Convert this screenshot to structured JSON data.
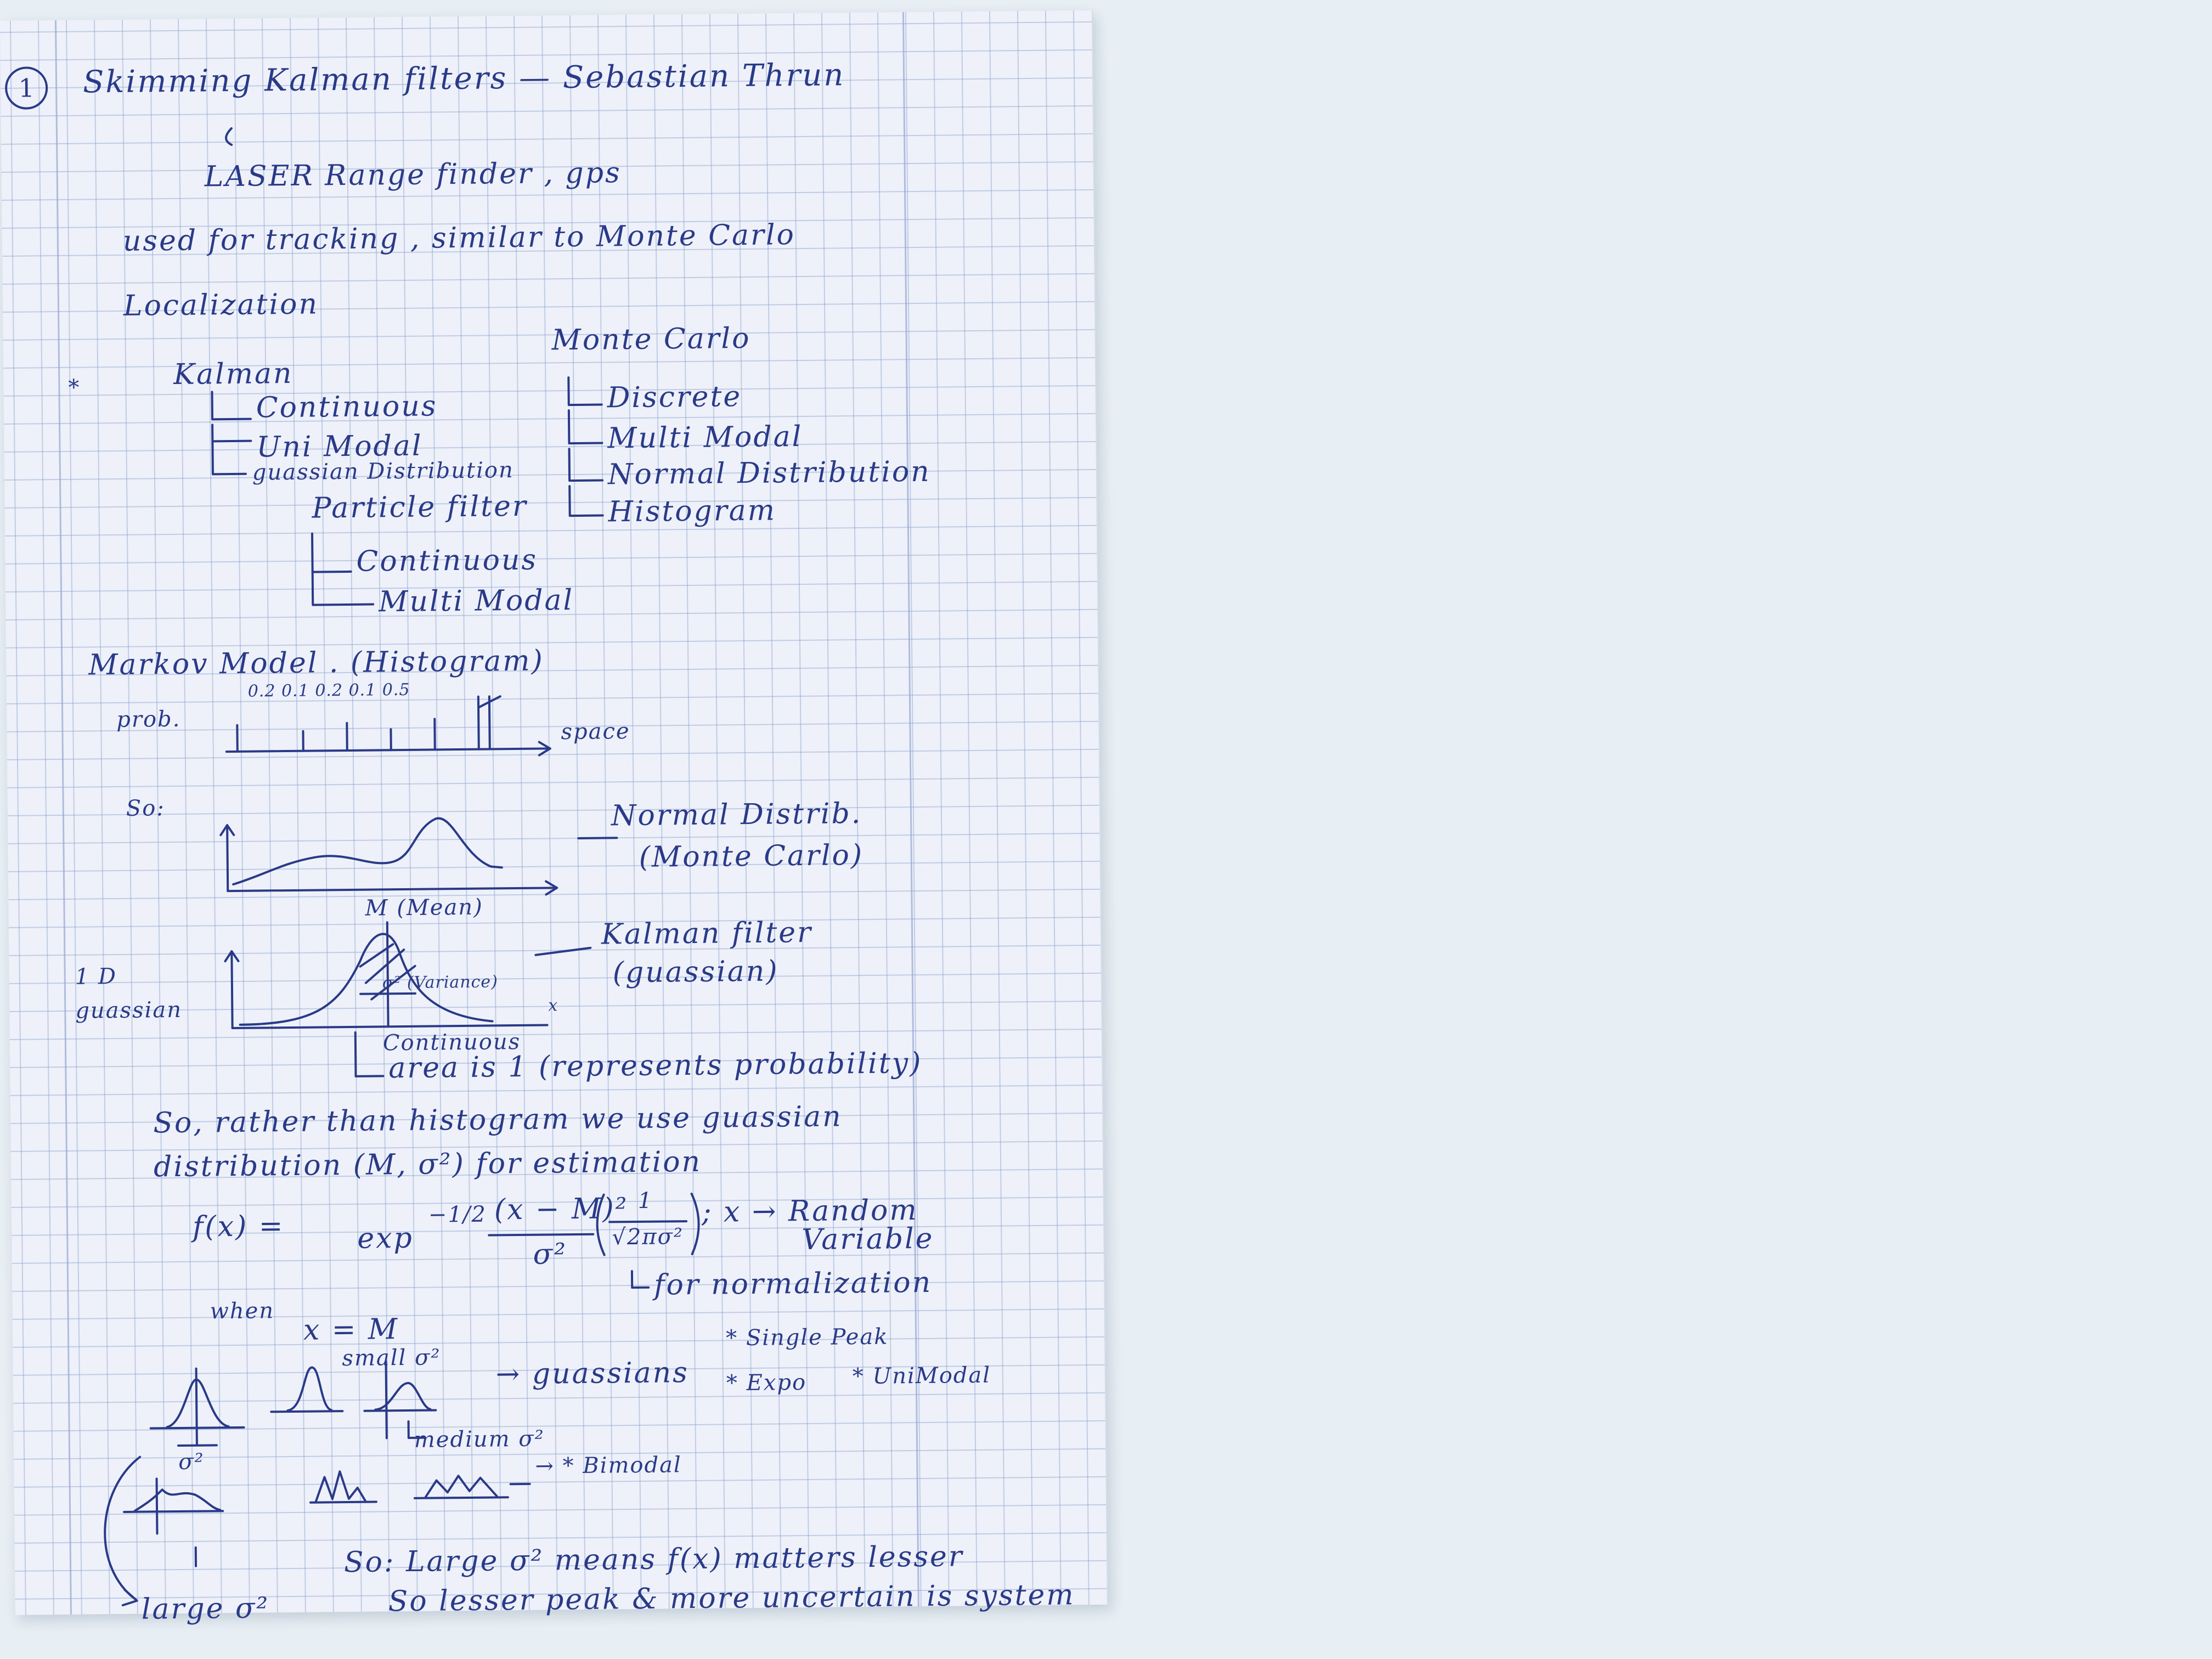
{
  "notes": {
    "page_number": "1",
    "title": "Skimming Kalman filters — Sebastian Thrun",
    "sensors": "LASER Range finder , gps",
    "usage": "used for tracking , similar to Monte Carlo",
    "usage_2": "Localization",
    "comparison": {
      "kalman_heading": "Kalman",
      "kalman_items": [
        "Continuous",
        "Uni Modal",
        "guassian Distribution"
      ],
      "particle_heading": "Particle filter",
      "particle_items": [
        "Continuous",
        "Multi Modal"
      ],
      "monte_carlo_heading": "Monte Carlo",
      "monte_carlo_items": [
        "Discrete",
        "Multi Modal",
        "Normal Distribution",
        "Histogram"
      ]
    },
    "markov": {
      "heading": "Markov Model . (Histogram)",
      "prob_label": "prob.",
      "bar_values": "0.2   0.1  0.2  0.1   0.5",
      "space_label": "space"
    },
    "normal_sketch": {
      "so": "So:",
      "label": "Normal Distrib.",
      "sublabel": "(Monte Carlo)"
    },
    "gaussian_sketch": {
      "label_1d": "1 D",
      "label_gaussian": "guassian",
      "mean_label": "M (Mean)",
      "variance_label": "σ² (Variance)",
      "x_axis": "x",
      "kalman_label": "Kalman filter",
      "kalman_sublabel": "(guassian)",
      "continuous": "Continuous",
      "area": "area is 1 (represents probability)"
    },
    "rather_line_1": "So, rather than histogram we use guassian",
    "rather_line_2": "distribution (M, σ²) for estimation",
    "formula": {
      "lhs": "f(x) =",
      "exp": "exp",
      "half": "−1/2",
      "numerator": "(x − M)²",
      "denominator": "σ²",
      "norm_num": "1",
      "norm_den": "√2πσ²",
      "var": "; x → Random",
      "var2": "Variable",
      "norm_note": "for normalization"
    },
    "when": "when",
    "when_eq": "x = M",
    "small_sigma": "small σ²",
    "medium_sigma": "medium σ²",
    "sigma_label": "σ²",
    "gaussians": "→ guassians",
    "props": [
      "* Single Peak",
      "* Expo",
      "* UniModal"
    ],
    "bimodal": "→ * Bimodal",
    "large_sigma": "large σ²",
    "conclusion_1": "So: Large σ² means f(x) matters lesser",
    "conclusion_2": "So lesser peak & more uncertain is system"
  }
}
